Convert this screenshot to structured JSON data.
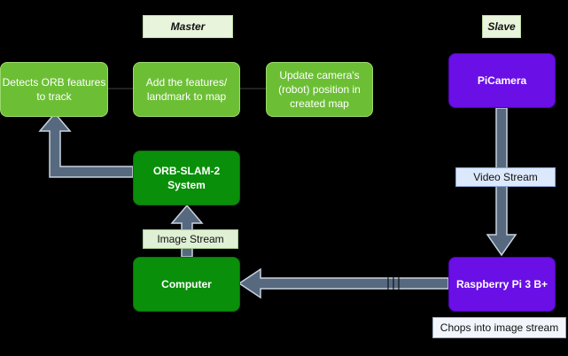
{
  "headers": {
    "master": "Master",
    "slave": "Slave"
  },
  "nodes": {
    "detect": "Detects ORB features\nto track",
    "add": "Add the features/\nlandmark to map",
    "update": "Update camera's\n(robot) position in\ncreated map",
    "orb": "ORB-SLAM-2\nSystem",
    "computer": "Computer",
    "picamera": "PiCamera",
    "raspberry": "Raspberry Pi 3 B+"
  },
  "labels": {
    "video_stream": "Video Stream",
    "image_stream": "Image Stream",
    "chops": "Chops into image stream"
  },
  "colors": {
    "light_green": "#6cbf35",
    "dark_green": "#0a8f0a",
    "purple": "#6a0fe6",
    "arrow": "#5a6e85"
  }
}
